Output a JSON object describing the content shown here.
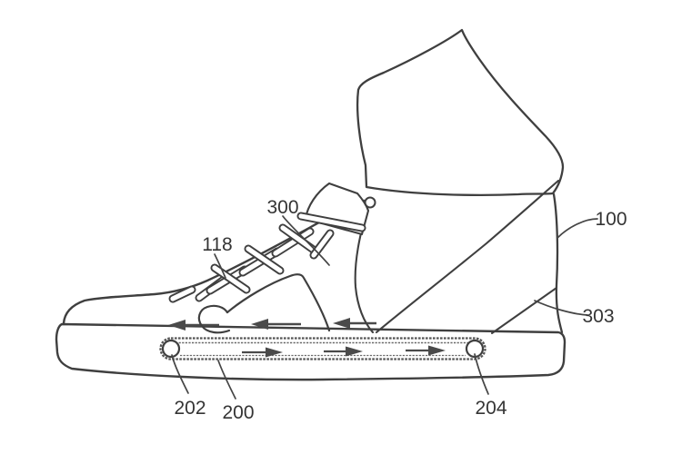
{
  "figure": {
    "background": "#ffffff",
    "line_color": "#3f3f3f",
    "belt_line_color": "#565656",
    "labels": {
      "l100": "100",
      "l118": "118",
      "l200": "200",
      "l202": "202",
      "l204": "204",
      "l300": "300",
      "l303": "303"
    }
  }
}
